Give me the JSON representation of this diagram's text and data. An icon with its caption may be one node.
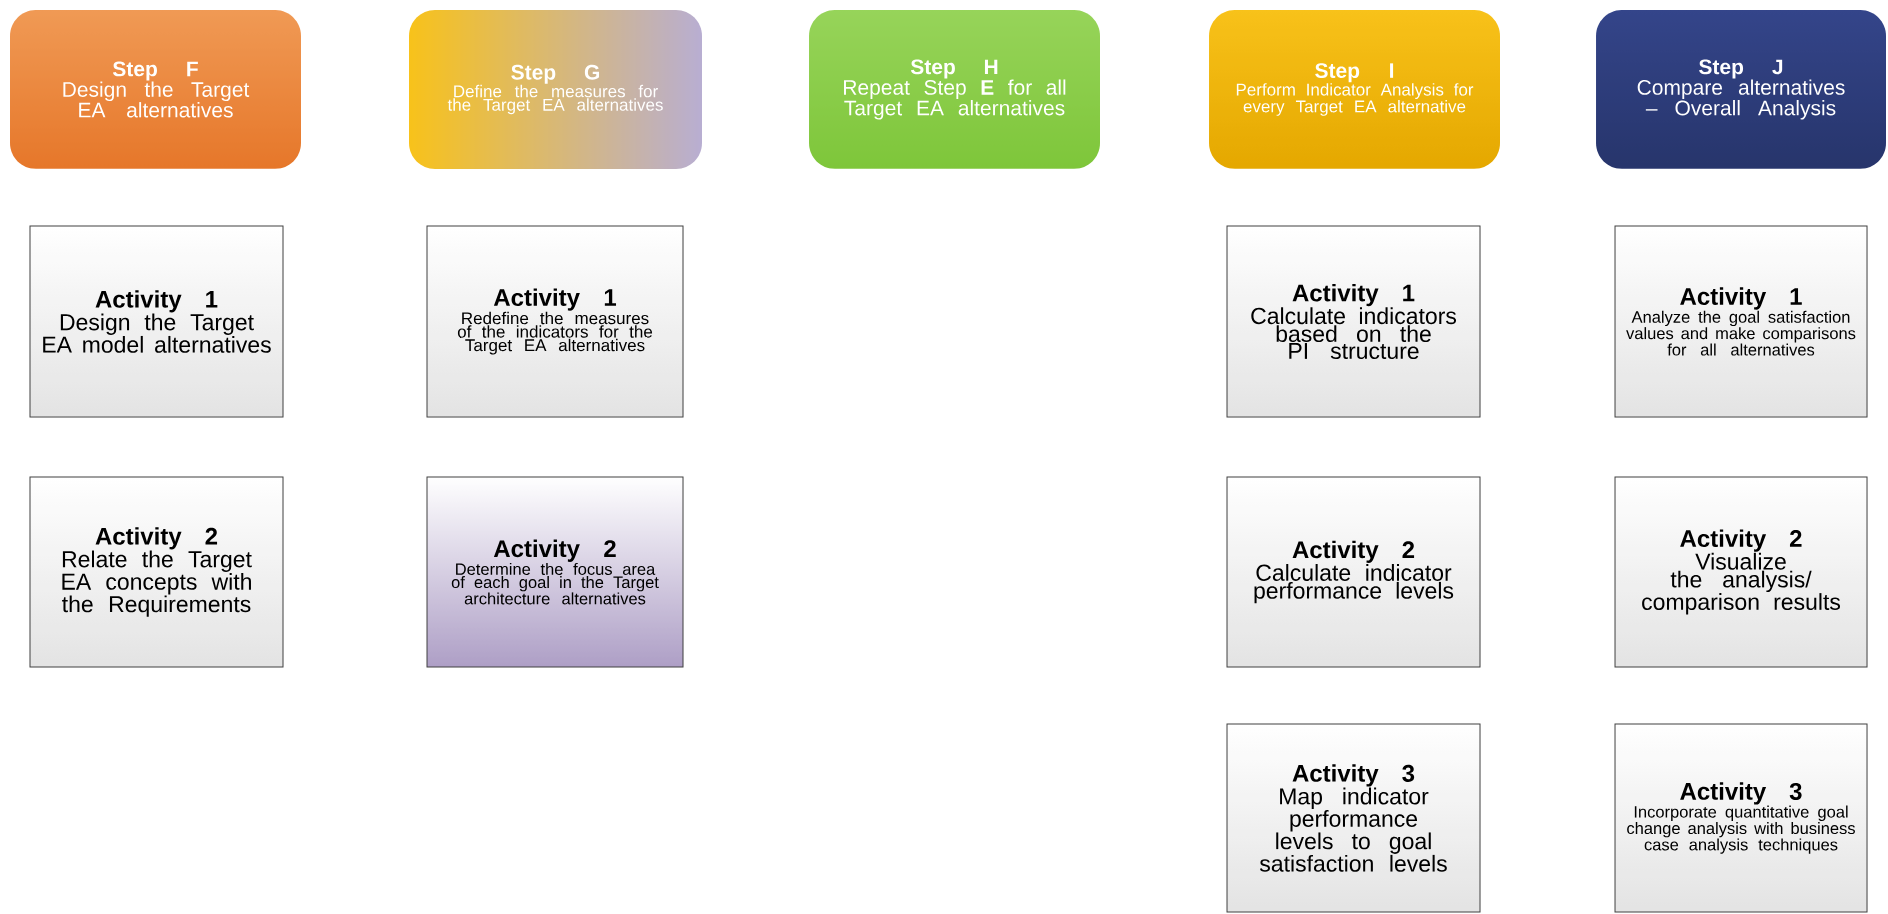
{
  "diagram": {
    "nodes": [
      {
        "text": [
          "Step F",
          "Design the Target EA alternatives"
        ]
      },
      {
        "text": [
          "Step G",
          "Define the measures for the Target EA alternatives"
        ]
      },
      {
        "text": [
          "Step H",
          "Repeat Step **E** for all Target EA alternatives"
        ]
      },
      {
        "text": [
          "Step I",
          "Perform Indicator Analysis for every Target EA alternative"
        ]
      },
      {
        "text": [
          "Step J",
          "Compare alternatives – Overall Analysis"
        ]
      },
      {
        "text": [
          "Activity 1",
          "Design the Target EA model alternatives"
        ]
      },
      {
        "text": [
          "Activity 1",
          "Redefine the measures of the indicators for the Target EA alternatives"
        ]
      },
      {
        "text": [
          "Activity 1",
          "Calculate indicators based on the PI structure"
        ]
      },
      {
        "text": [
          "Activity 1",
          "Analyze the goal satisfaction values and make comparisons for all alternatives"
        ]
      },
      {
        "text": [
          "Activity 2",
          "Relate the Target EA concepts with the Requirements"
        ]
      },
      {
        "text": [
          "Activity 2",
          "Determine the focus area of each goal in the Target architecture alternatives"
        ]
      },
      {
        "text": [
          "Activity 2",
          "Calculate indicator performance levels"
        ]
      },
      {
        "text": [
          "Activity 2",
          "Visualize the analysis/ comparison results"
        ]
      },
      {
        "text": [
          "Activity 3",
          "Map indicator performance levels to goal satisfaction levels"
        ]
      },
      {
        "text": [
          "Activity 3",
          "Incorporate quantitative goal change analysis with business case analysis techniques"
        ]
      }
    ]
  }
}
